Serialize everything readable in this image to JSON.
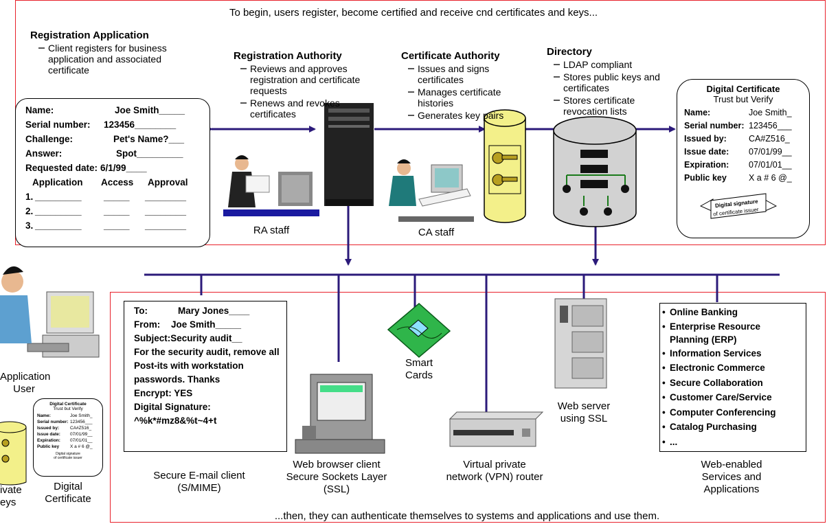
{
  "top_caption": "To begin, users register, become certified and receive cnd certificates and keys...",
  "bottom_caption": "...then, they can authenticate themselves to systems and applications and  use them.",
  "registration_app": {
    "title": "Registration Application",
    "bullets": [
      "Client registers for business application and associated certificate"
    ]
  },
  "reg_form": {
    "name_label": "Name:",
    "name_value": "Joe Smith_____",
    "serial_label": "Serial number:",
    "serial_value": "123456________",
    "challenge_label": "Challenge:",
    "challenge_value": "Pet's Name?___",
    "answer_label": "Answer:",
    "answer_value": "Spot_________",
    "requested_label": "Requested date:",
    "requested_value": "6/1/99____",
    "col_application": "Application",
    "col_access": "Access",
    "col_approval": "Approval",
    "rows": [
      {
        "n": "1.",
        "a": "_________",
        "b": "_____",
        "c": "________"
      },
      {
        "n": "2.",
        "a": "_________",
        "b": "_____",
        "c": "________"
      },
      {
        "n": "3.",
        "a": "_________",
        "b": "_____",
        "c": "________"
      }
    ]
  },
  "ra": {
    "title": "Registration Authority",
    "bullets": [
      "Reviews and approves registration and certificate requests",
      "Renews and revokes certificates"
    ],
    "staff_label": "RA staff"
  },
  "ca": {
    "title": "Certificate Authority",
    "bullets": [
      "Issues and signs certificates",
      "Manages certificate histories",
      "Generates key pairs"
    ],
    "staff_label": "CA staff"
  },
  "directory": {
    "title": "Directory",
    "bullets": [
      "LDAP compliant",
      "Stores public keys and certificates",
      "Stores certificate revocation lists"
    ]
  },
  "cert": {
    "title": "Digital Certificate",
    "subtitle": "Trust but Verify",
    "rows": [
      {
        "label": "Name:",
        "value": "Joe Smith_"
      },
      {
        "label": "Serial number:",
        "value": "123456___"
      },
      {
        "label": "Issued by:",
        "value": "CA#Z516_"
      },
      {
        "label": "Issue date:",
        "value": "07/01/99__"
      },
      {
        "label": "Expiration:",
        "value": "07/01/01__"
      },
      {
        "label": "Public key",
        "value": "X a # 6 @_"
      }
    ],
    "banner_line1": "Digital signature",
    "banner_line2": "of certificate issuer"
  },
  "left_user": {
    "label_line1": "Application",
    "label_line2": "User",
    "keys_line1": "ivate",
    "keys_line2": "eys",
    "cert_label_line1": "Digital",
    "cert_label_line2": "Certificate"
  },
  "email": {
    "to_label": "To:",
    "to_value": "Mary Jones____",
    "from_label": "From:",
    "from_value": "Joe Smith_____",
    "subject_label": "Subject:",
    "subject_value": "Security audit__",
    "body": "For the security audit, remove all Post-its with workstation passwords. Thanks",
    "encrypt": "Encrypt: YES",
    "sig_label": "Digital Signature:",
    "sig_value": "^%k*#mz8&%t~4+t",
    "caption_line1": "Secure E-mail client",
    "caption_line2": "(S/MIME)"
  },
  "browser": {
    "caption_line1": "Web browser client",
    "caption_line2": "Secure Sockets Layer",
    "caption_line3": "(SSL)"
  },
  "smartcard": {
    "caption_line1": "Smart",
    "caption_line2": "Cards"
  },
  "vpn": {
    "caption_line1": "Virtual private",
    "caption_line2": "network (VPN) router"
  },
  "webserver": {
    "caption_line1": "Web server",
    "caption_line2": "using SSL"
  },
  "services": {
    "items": [
      "Online Banking",
      "Enterprise Resource Planning (ERP)",
      "Information Services",
      "Electronic Commerce",
      "Secure Collaboration",
      "Customer Care/Service",
      "Computer Conferencing",
      "Catalog Purchasing",
      "..."
    ],
    "caption_line1": "Web-enabled",
    "caption_line2": "Services and",
    "caption_line3": "Applications"
  },
  "colors": {
    "frame": "#e8202a",
    "arrow": "#2b1a7a",
    "db_yellow": "#f3f08a",
    "db_gray": "#d2d2d2"
  }
}
